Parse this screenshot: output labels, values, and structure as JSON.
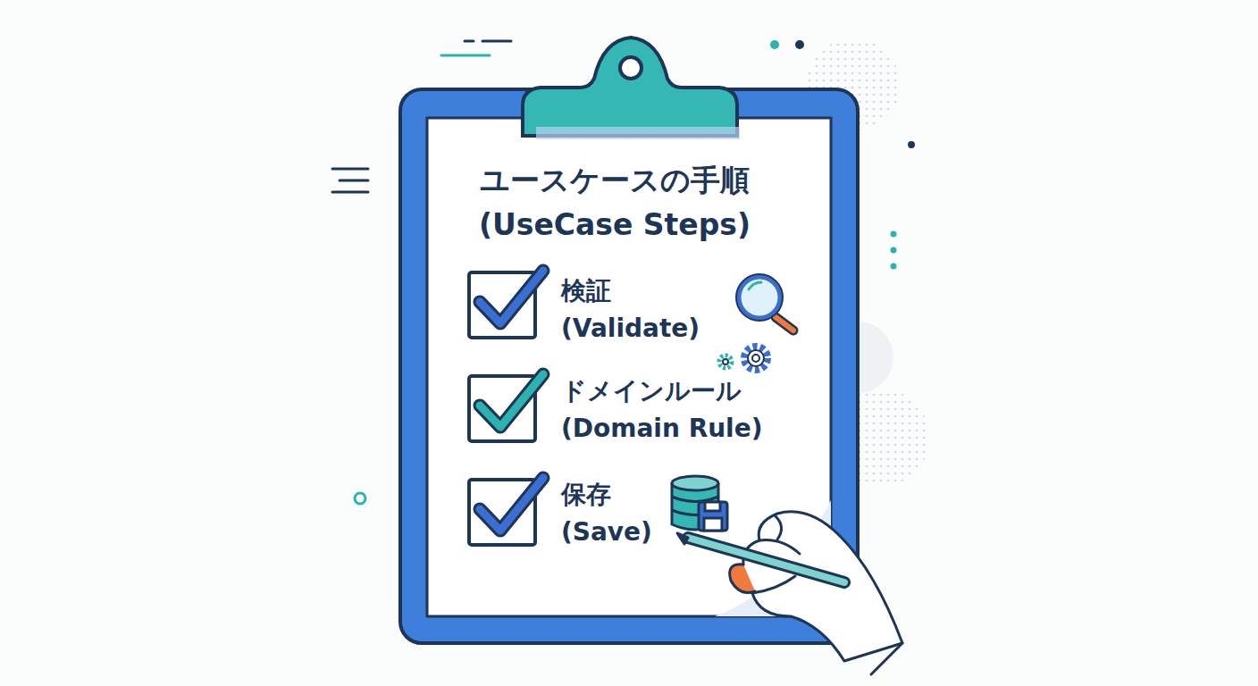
{
  "diagram": {
    "title": "ユースケースの手順 (UseCase Steps)",
    "labels": [
      "検証 (Validate)",
      "ドメインルール (Domain Rule)",
      "保存 (Save)"
    ]
  }
}
